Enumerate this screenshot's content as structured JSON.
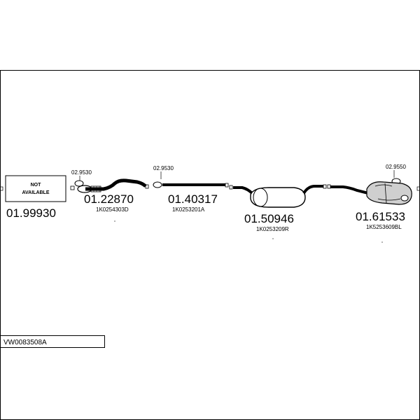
{
  "diagram": {
    "not_available_line1": "NOT",
    "not_available_line2": "AVAILABLE",
    "parts": [
      {
        "number": "01.99930"
      },
      {
        "number": "01.22870",
        "oe": "1K0254303D",
        "gasket": "02.9530"
      },
      {
        "number": "01.40317",
        "oe": "1K0253201A",
        "gasket": "02.9530"
      },
      {
        "number": "01.50946",
        "oe": "1K0253209R"
      },
      {
        "number": "01.61533",
        "oe": "1K5253609BL",
        "gasket": "02.9550"
      }
    ],
    "kit_code": "VW0083508A"
  }
}
